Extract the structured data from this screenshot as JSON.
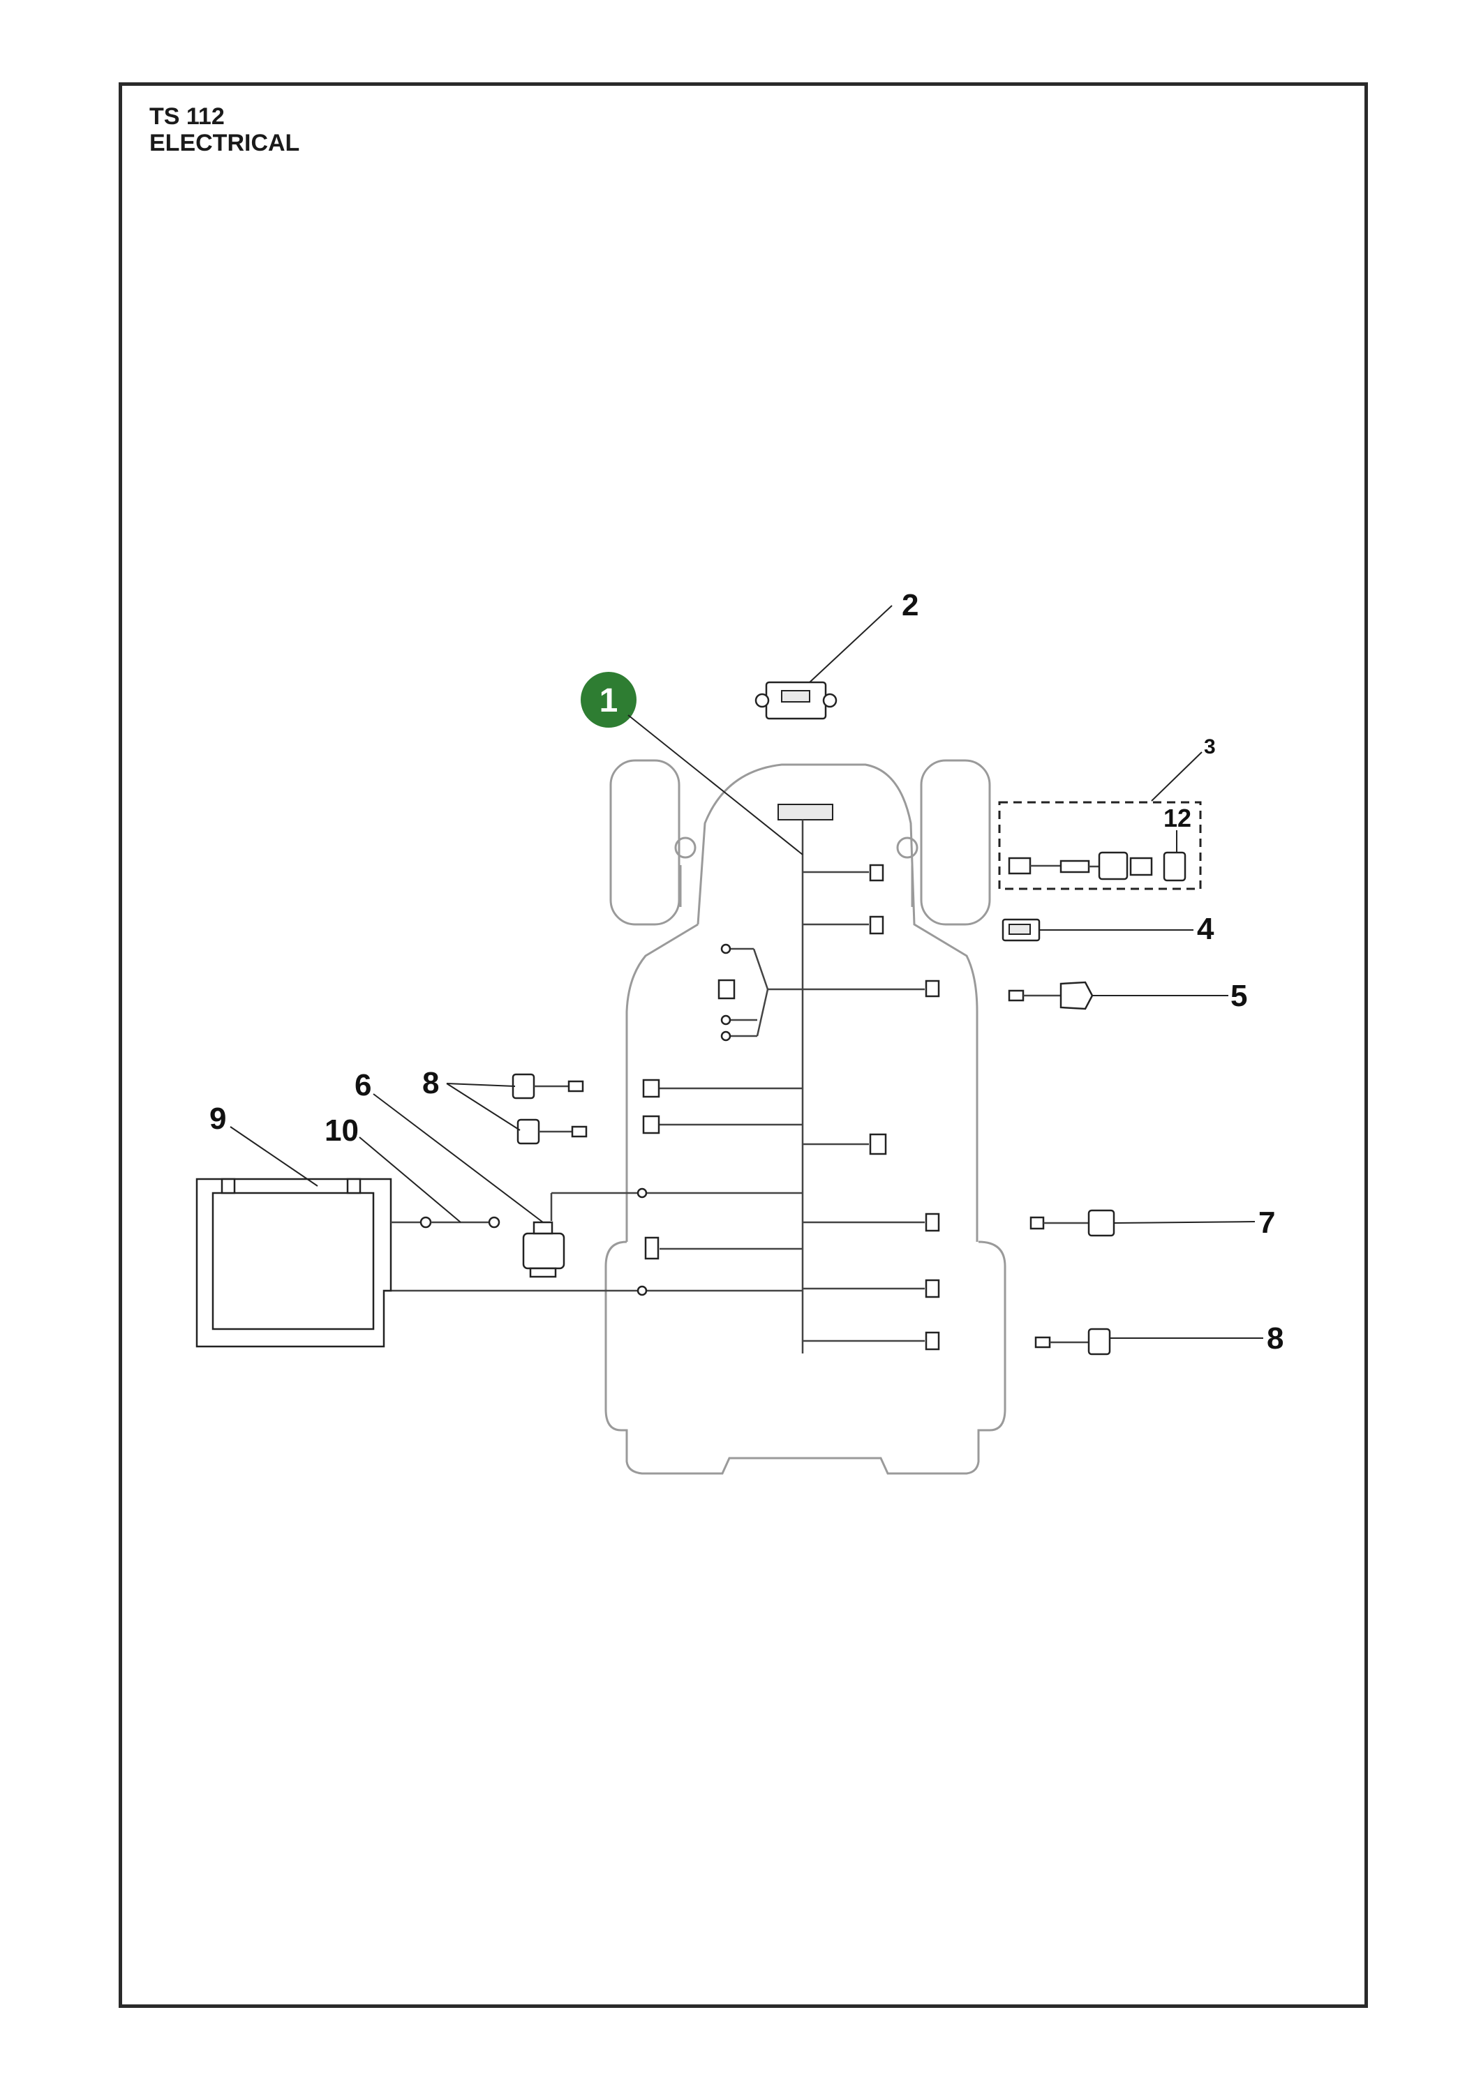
{
  "header": {
    "model": "TS 112",
    "section": "ELECTRICAL"
  },
  "callouts": {
    "c1": "1",
    "c2": "2",
    "c3": "3",
    "c4": "4",
    "c5": "5",
    "c6": "6",
    "c7": "7",
    "c8a": "8",
    "c8b": "8",
    "c9": "9",
    "c10": "10",
    "c12": "12"
  },
  "colors": {
    "highlight_badge": "#2e7d32",
    "frame": "#2a2a2a",
    "outline": "#9a9a9a"
  }
}
